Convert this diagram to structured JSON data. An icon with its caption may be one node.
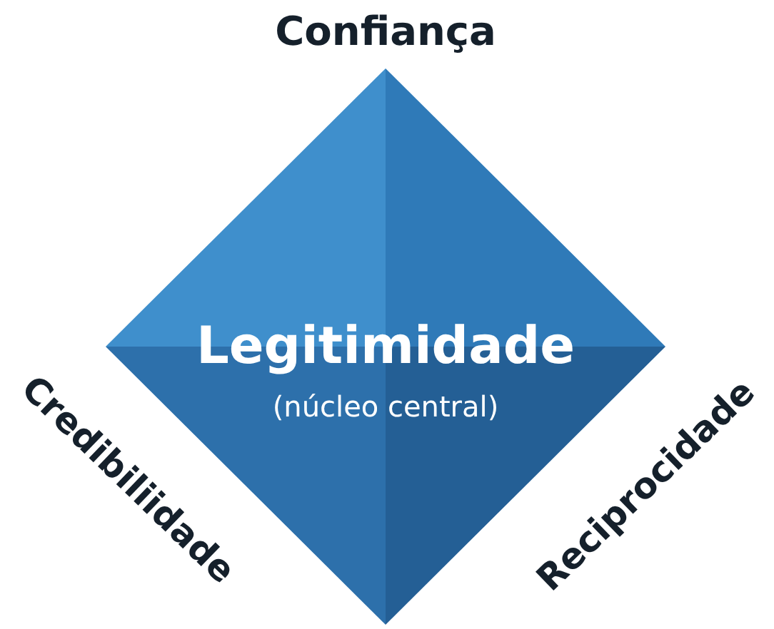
{
  "diagram": {
    "nodes": [
      {
        "text": [
          "Legitimidade",
          "(núcleo central)"
        ]
      }
    ],
    "labels": [
      "Confiança",
      "Credibiliidade",
      "Reciprocidade"
    ]
  }
}
